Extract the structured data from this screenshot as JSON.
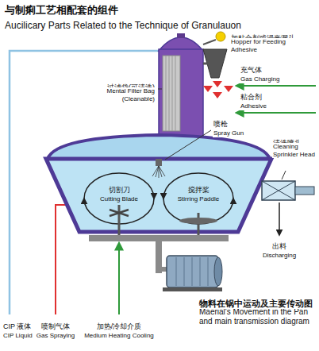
{
  "diagram": {
    "title": "与制痢工艺相配套的组件",
    "caption": "物料在锅中运动及主要传动图",
    "labels": [
      "Aucilicary Parts Related to the Technique of Granulauon",
      "加粘合剂或浸膏漏斗",
      "Hopper for Feeding Adhesive",
      "过滤袋(可清洗)",
      "Mental Filter Bag (Cleanable)",
      "充气体",
      "Gas Charging",
      "粘合剂",
      "Adhesive",
      "喷枪",
      "Spray Gun",
      "切割刀",
      "Cutting Blade",
      "搅拌桨",
      "Stirring Paddle",
      "清洗喷头",
      "Cleaning Sprinkler Head",
      "出料",
      "Discharging",
      "CIP 液体",
      "CIP Liquid",
      "喷制气体",
      "Gas Spraying",
      "加热/冷却介质",
      "Medium Heating Cooling",
      "Maerial's Movement in the Pan and main transmission diagram"
    ]
  }
}
